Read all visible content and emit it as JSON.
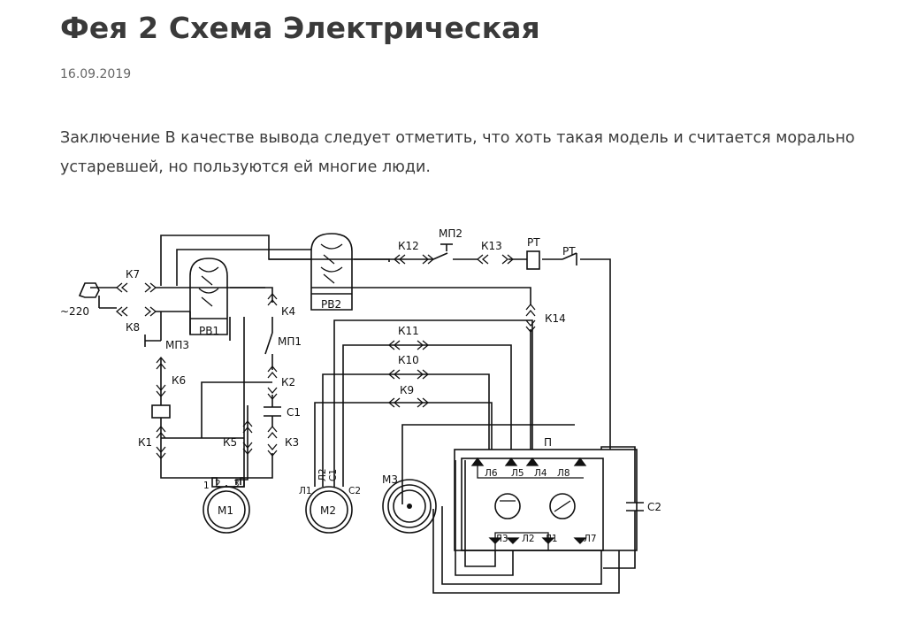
{
  "article": {
    "title": "Фея 2 Схема Электрическая",
    "date": "16.09.2019",
    "paragraph": "Заключение В качестве вывода следует отметить, что хоть такая модель и считается морально устаревшей, но пользуются ей многие люди."
  },
  "diagram": {
    "labels": {
      "supply": "~220",
      "k1": "К1",
      "k2": "К2",
      "k3": "К3",
      "k4": "К4",
      "k5": "К5",
      "k6": "К6",
      "k7": "К7",
      "k8": "К8",
      "k9": "К9",
      "k10": "К10",
      "k11": "К11",
      "k12": "К12",
      "k13": "К13",
      "k14": "К14",
      "mp1": "МП1",
      "mp2": "МП2",
      "mp3": "МП3",
      "rv1": "РВ1",
      "rv2": "РВ2",
      "rt_a": "РТ",
      "rt_b": "РТ",
      "c1": "С1",
      "c2": "С2",
      "m1": "М1",
      "m2": "М2",
      "m3": "М3",
      "p": "П",
      "m1_t1": "1",
      "m1_t2": "2",
      "m1_t3": "3",
      "m2_l1": "Л1",
      "m2_l2": "Л2",
      "m2_c1": "С1",
      "m2_c2": "С2",
      "l6a": "Л6",
      "l5": "Л5",
      "l4": "Л4",
      "l8": "Л8",
      "l3": "Л3",
      "l2": "Л2",
      "l1": "Л1",
      "l7": "Л7"
    }
  }
}
